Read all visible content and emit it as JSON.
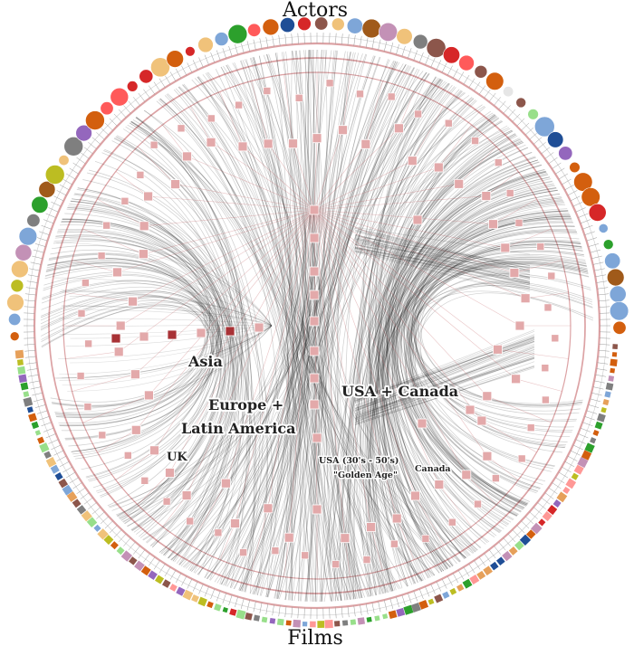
{
  "titles": {
    "top": "Actors",
    "bottom": "Films"
  },
  "regions": [
    {
      "id": "asia",
      "text": "Asia"
    },
    {
      "id": "europe-1",
      "text": "Europe +"
    },
    {
      "id": "europe-2",
      "text": "Latin America"
    },
    {
      "id": "uk",
      "text": "UK"
    },
    {
      "id": "usa-canada",
      "text": "USA + Canada"
    },
    {
      "id": "usa-golden-1",
      "text": "USA (30's - 50's)"
    },
    {
      "id": "usa-golden-2",
      "text": "\"Golden Age\""
    },
    {
      "id": "canada",
      "text": "Canada"
    }
  ],
  "colors": {
    "edge": "#222222",
    "hierarchy": "#c0565a",
    "hierarchy_node": "#e3a9aa",
    "hierarchy_node_dark": "#a83236",
    "actor_palette": [
      "#2ca02c",
      "#98df8a",
      "#1f4e96",
      "#7ea6d8",
      "#d62728",
      "#ff5a5a",
      "#8c564b",
      "#a05a1a",
      "#f0c27a",
      "#9467bd",
      "#c391b6",
      "#7f7f7f",
      "#bcbd22",
      "#e6e6e6",
      "#d35f0e",
      "#b80000"
    ],
    "film_palette": [
      "#2ca02c",
      "#98df8a",
      "#1f4e96",
      "#7ea6d8",
      "#d62728",
      "#ff9896",
      "#8c564b",
      "#e6a05a",
      "#9467bd",
      "#7f7f7f",
      "#bcbd22",
      "#f0c27a",
      "#d35f0e",
      "#c391b6"
    ]
  }
}
